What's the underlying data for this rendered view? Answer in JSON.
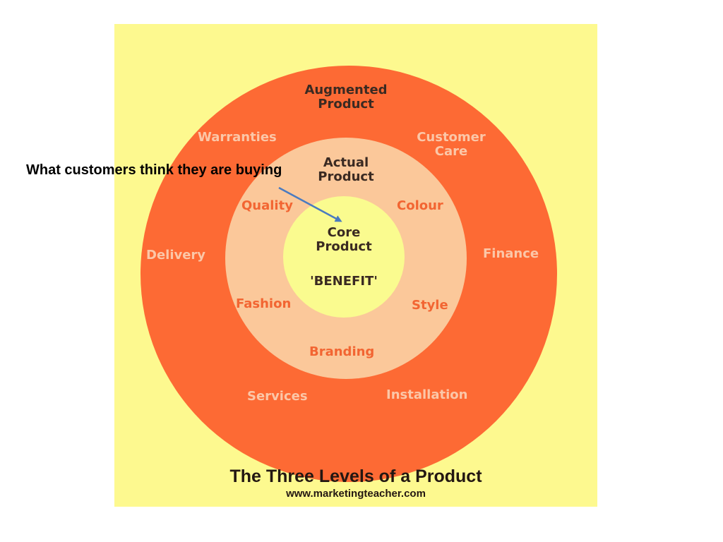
{
  "callout": {
    "text": "What customers think they are buying",
    "arrow_color": "#4a7bc0"
  },
  "diagram": {
    "colors": {
      "background": "#fdf98f",
      "outer_ring": "#fd6a34",
      "middle_ring": "#fbc89a",
      "inner_circle": "#fafb8f"
    },
    "augmented": {
      "title_line1": "Augmented",
      "title_line2": "Product",
      "items": {
        "warranties": "Warranties",
        "customer_care_line1": "Customer",
        "customer_care_line2": "Care",
        "delivery": "Delivery",
        "finance": "Finance",
        "services": "Services",
        "installation": "Installation"
      }
    },
    "actual": {
      "title_line1": "Actual",
      "title_line2": "Product",
      "items": {
        "quality": "Quality",
        "colour": "Colour",
        "fashion": "Fashion",
        "style": "Style",
        "branding": "Branding"
      }
    },
    "core": {
      "title_line1": "Core",
      "title_line2": "Product",
      "benefit": "'BENEFIT'"
    },
    "caption": "The Three Levels of a Product",
    "url": "www.marketingteacher.com"
  }
}
